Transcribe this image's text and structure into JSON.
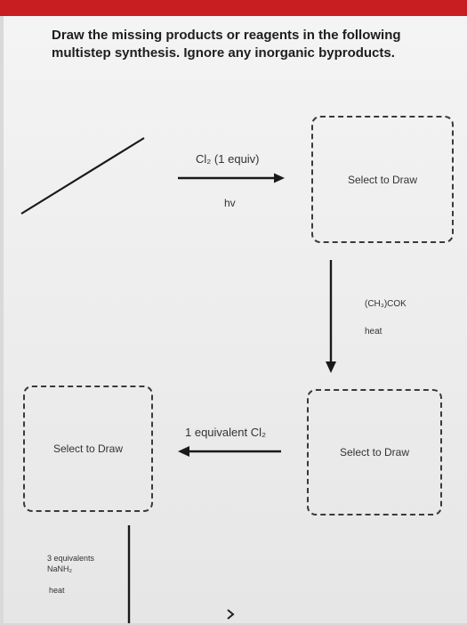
{
  "instructions": {
    "line1": "Draw the missing products or reagents in the following",
    "line2": "multistep synthesis. Ignore any inorganic byproducts."
  },
  "step1": {
    "reagent": "Cl₂ (1 equiv)",
    "condition": "hv"
  },
  "step2": {
    "reagent": "(CH₃)COK",
    "condition": "heat"
  },
  "step3": {
    "reagent": "1 equivalent Cl₂"
  },
  "step4": {
    "reagent_line1": "3 equivalents",
    "reagent_line2": "NaNH₂",
    "condition": "heat"
  },
  "boxes": {
    "product1": "Select to Draw",
    "product2": "Select to Draw",
    "product3": "Select to Draw"
  },
  "nav": {
    "next_icon": "chevron-right-icon"
  }
}
